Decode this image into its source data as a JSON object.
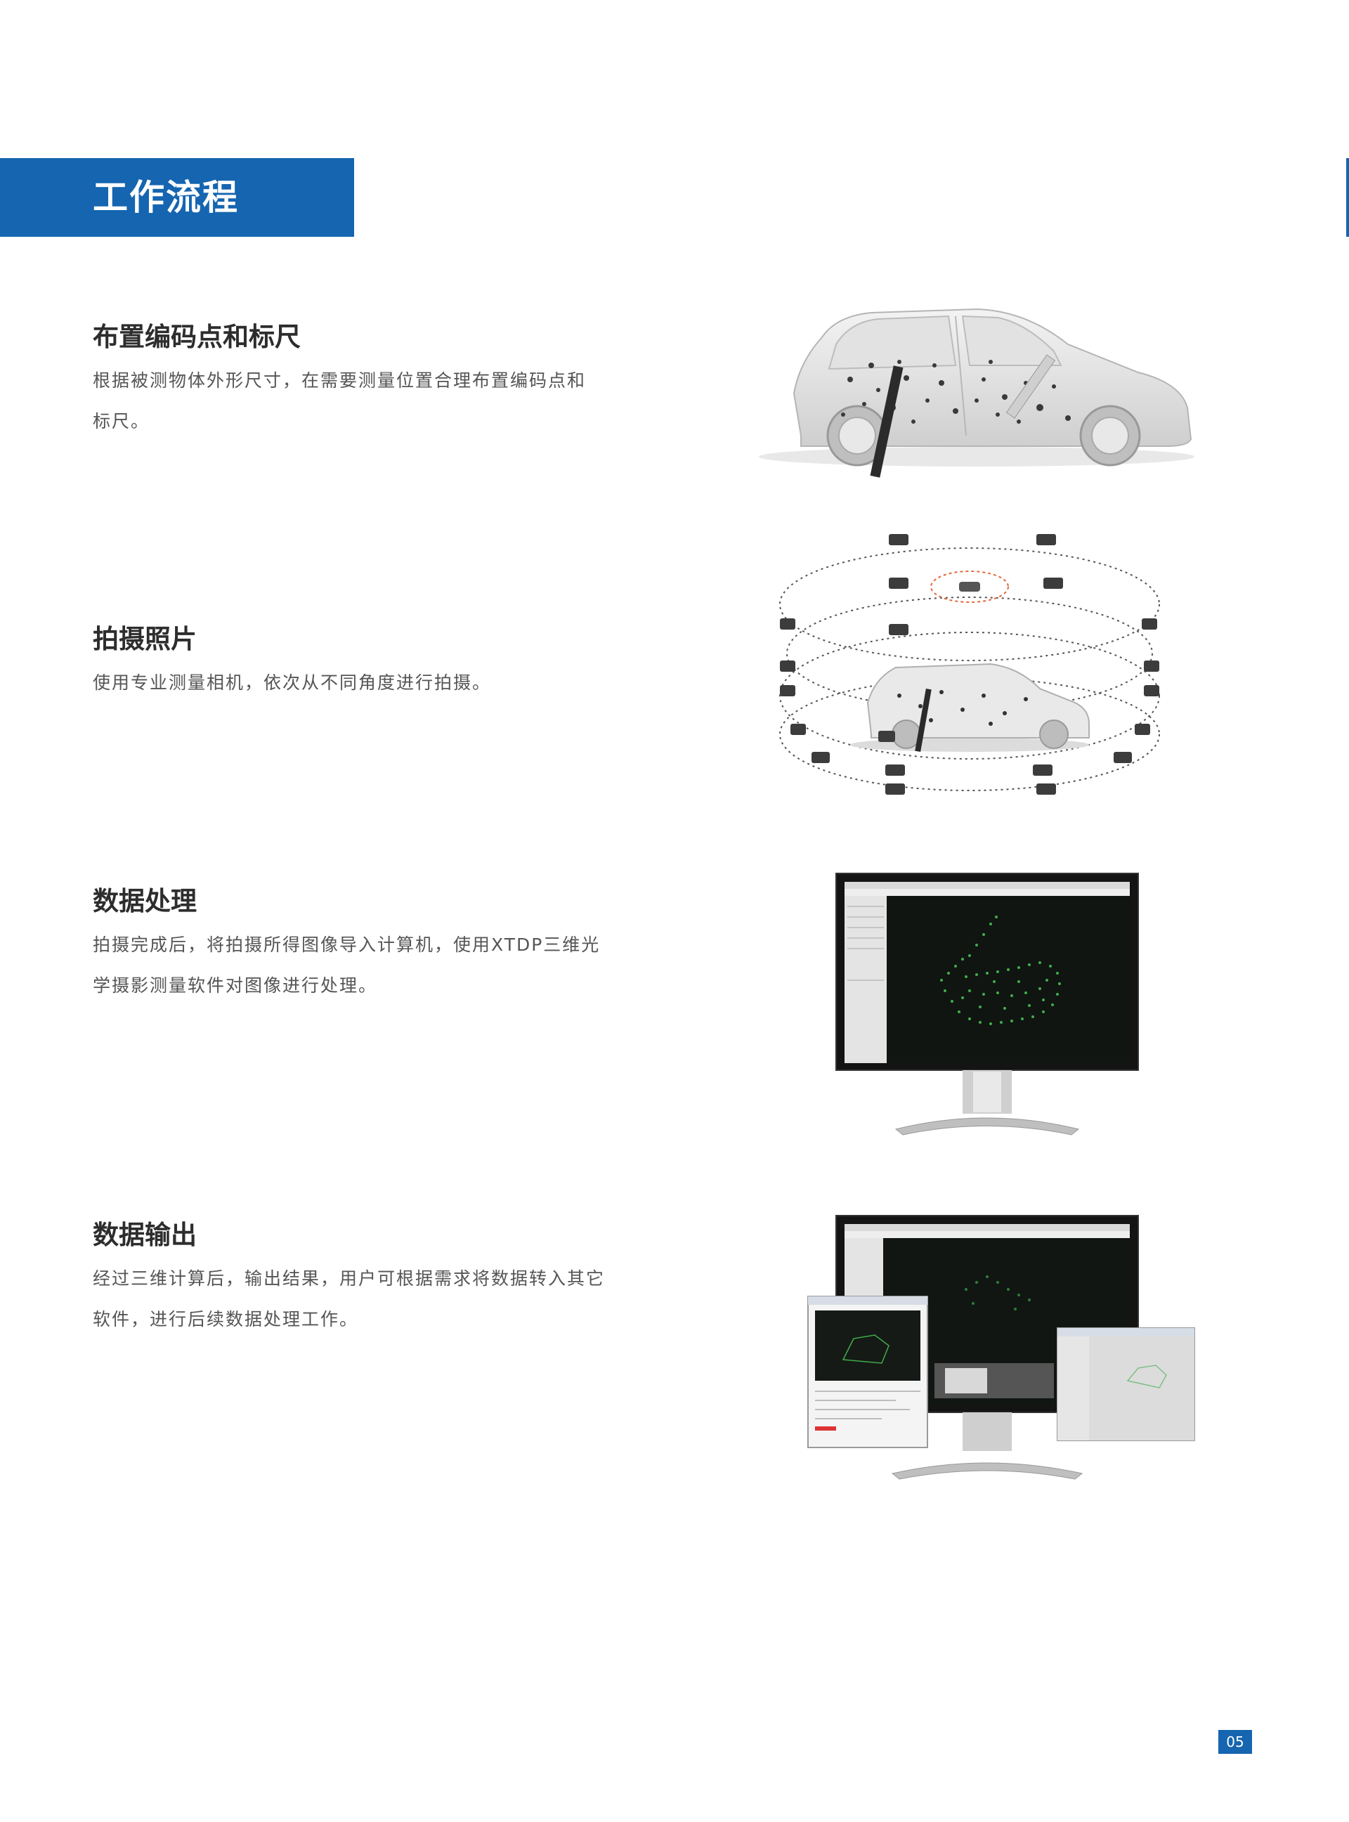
{
  "header": {
    "title": "工作流程"
  },
  "steps": [
    {
      "title": "布置编码点和标尺",
      "desc_line1": "根据被测物体外形尺寸，在需要测量位置合理布置编码点和",
      "desc_line2": "标尺。"
    },
    {
      "title": "拍摄照片",
      "desc_line1": "使用专业测量相机，依次从不同角度进行拍摄。",
      "desc_line2": ""
    },
    {
      "title": "数据处理",
      "desc_line1": "拍摄完成后，将拍摄所得图像导入计算机，使用XTDP三维光",
      "desc_line2": "学摄影测量软件对图像进行处理。"
    },
    {
      "title": "数据输出",
      "desc_line1": "经过三维计算后，输出结果，用户可根据需求将数据转入其它",
      "desc_line2": "软件，进行后续数据处理工作。"
    }
  ],
  "page_number": "05",
  "colors": {
    "accent": "#1565b0",
    "point_cloud": "#3fae4a"
  }
}
